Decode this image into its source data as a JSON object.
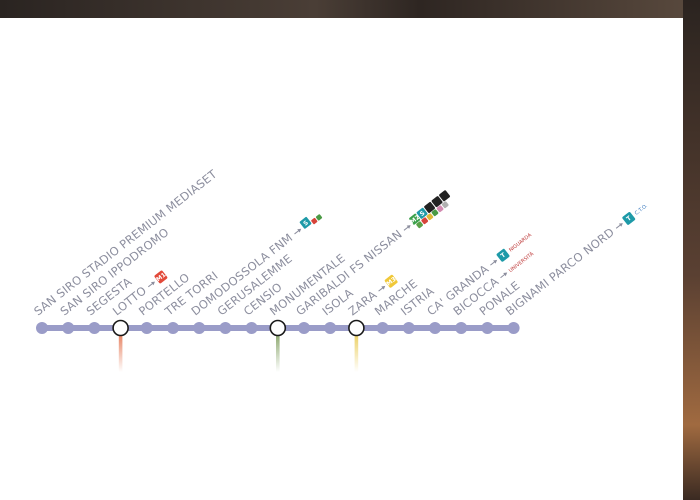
{
  "line": {
    "color": "#9a9cc8",
    "label_color": "#8c8e9e",
    "stations": [
      {
        "name": "SAN SIRO STADIO PREMIUM MEDIASET"
      },
      {
        "name": "SAN SIRO IPPODROMO"
      },
      {
        "name": "SEGESTA"
      },
      {
        "name": "LOTTO",
        "interchange": true,
        "branch_color": "#e3704a",
        "connection": {
          "badges": [
            {
              "text": "M1",
              "color": "#e24a3a"
            }
          ]
        }
      },
      {
        "name": "PORTELLO"
      },
      {
        "name": "TRE TORRI"
      },
      {
        "name": "DOMODOSSOLA FNM",
        "connection": {
          "badges": [
            {
              "text": "S",
              "color": "#1e9aa8"
            },
            {
              "text": "",
              "color": "#d6433a"
            },
            {
              "text": "",
              "color": "#4a9a44"
            }
          ]
        }
      },
      {
        "name": "GERUSALEMME"
      },
      {
        "name": "CENSIO"
      },
      {
        "name": "MONUMENTALE",
        "interchange": true,
        "branch_color": "#7a9a58"
      },
      {
        "name": "GARIBALDI FS NISSAN",
        "connection": {
          "badges": [
            {
              "text": "M2",
              "color": "#3aa04a"
            },
            {
              "text": "S",
              "color": "#1e9aa8"
            },
            {
              "text": "",
              "color": "#222222"
            },
            {
              "text": "",
              "color": "#222222"
            },
            {
              "text": "",
              "color": "#222222"
            },
            {
              "text": "",
              "color": "#5aa048"
            },
            {
              "text": "",
              "color": "#d6433a"
            },
            {
              "text": "",
              "color": "#e0b838"
            },
            {
              "text": "",
              "color": "#4a9a44"
            },
            {
              "text": "",
              "color": "#d28ab0"
            },
            {
              "text": "",
              "color": "#b0b0b0"
            }
          ]
        }
      },
      {
        "name": "ISOLA"
      },
      {
        "name": "ZARA",
        "interchange": true,
        "branch_color": "#e8c84a",
        "connection": {
          "badges": [
            {
              "text": "M3",
              "color": "#f0c838"
            }
          ]
        }
      },
      {
        "name": "MARCHE"
      },
      {
        "name": "ISTRIA"
      },
      {
        "name": "CA' GRANDA",
        "connection": {
          "badges": [
            {
              "text": "T",
              "color": "#1e9aa8"
            }
          ],
          "suffix": "NIGUARDA",
          "suffix_color": "#c04040"
        }
      },
      {
        "name": "BICOCCA",
        "connection": {
          "suffix": "UNIVERSITÀ",
          "suffix_color": "#c04040"
        }
      },
      {
        "name": "PONALE"
      },
      {
        "name": "BIGNAMI PARCO NORD",
        "connection": {
          "badges": [
            {
              "text": "T",
              "color": "#1e9aa8"
            }
          ],
          "suffix": "C.T.O.",
          "suffix_color": "#3a7abf"
        }
      }
    ]
  }
}
